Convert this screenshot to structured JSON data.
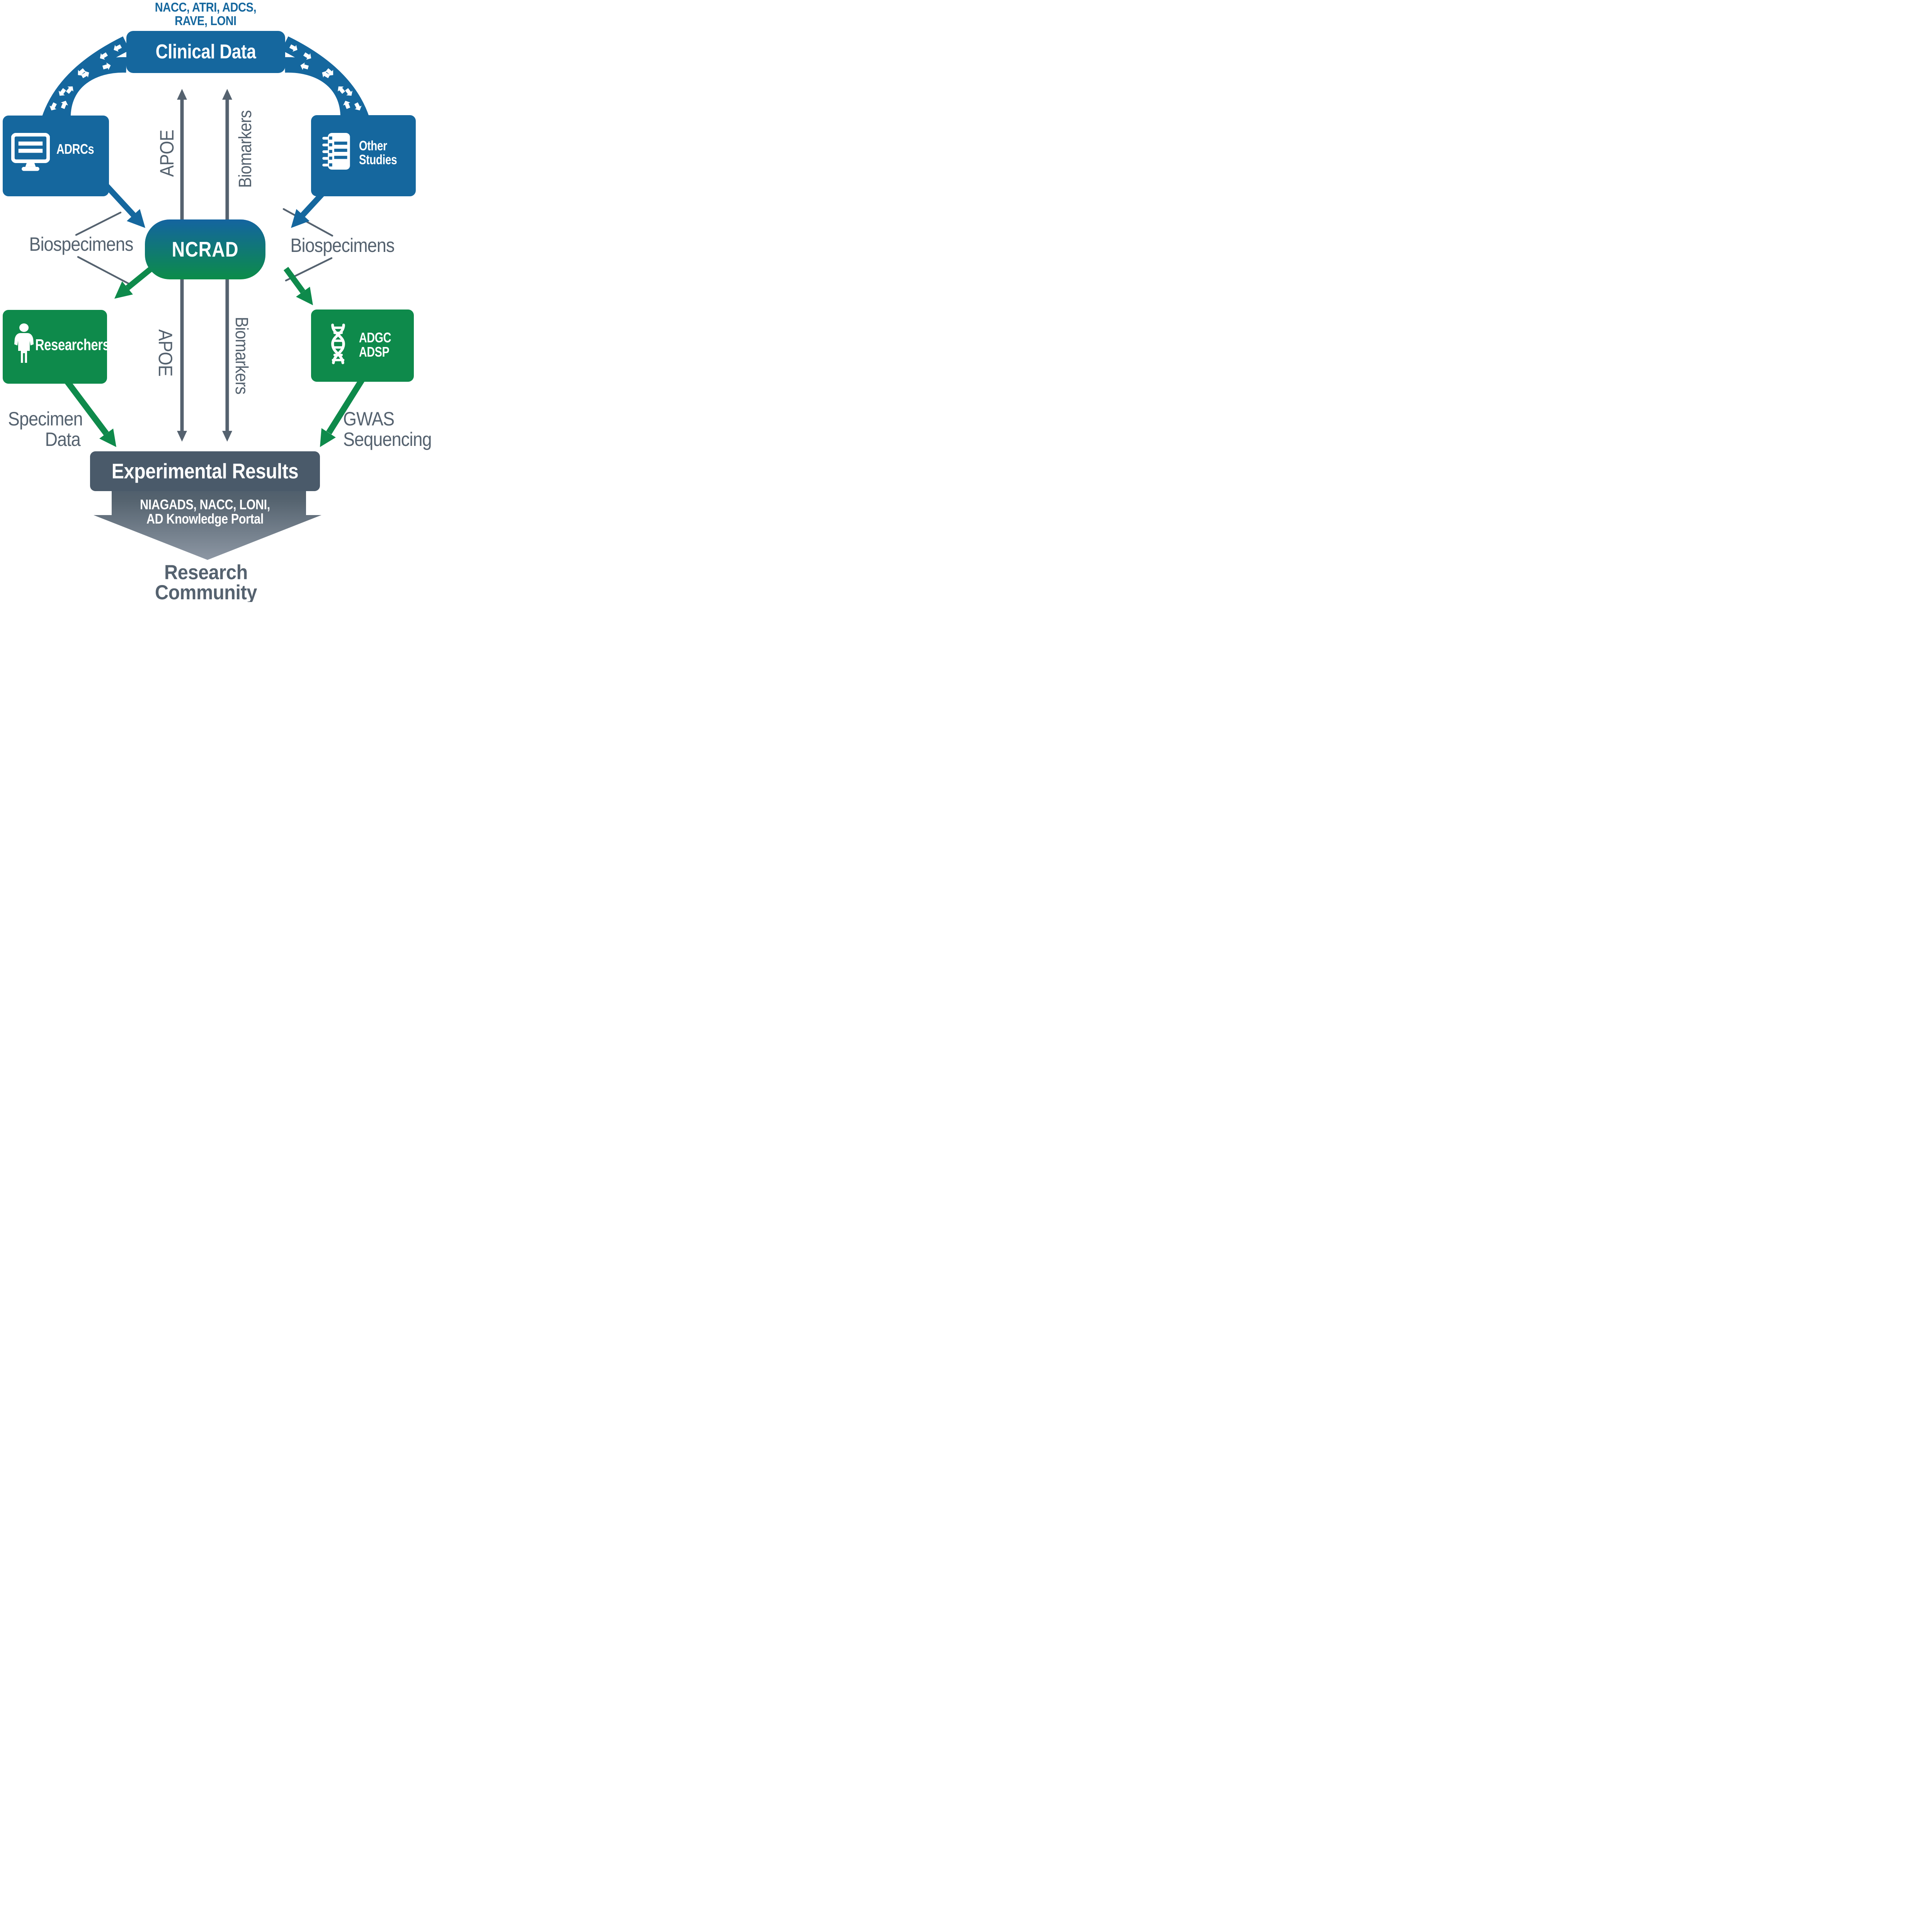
{
  "colors": {
    "blue": "#15679E",
    "green": "#0E8A4B",
    "slate": "#55626F",
    "dark_slate": "#4A5A6A",
    "arrow_tip_gray": "#8F99A6",
    "white": "#FFFFFF"
  },
  "header": {
    "line1": "NACC, ATRI, ADCS,",
    "line2": "RAVE, LONI"
  },
  "clinical_data": {
    "label": "Clinical Data"
  },
  "adrcs": {
    "label": "ADRCs",
    "icon": "computer-monitor-icon"
  },
  "other_studies": {
    "line1": "Other",
    "line2": "Studies",
    "icon": "notebook-icon"
  },
  "ncrad": {
    "label": "NCRAD"
  },
  "researchers": {
    "label": "Researchers",
    "icon": "person-icon"
  },
  "adgc_adsp": {
    "line1": "ADGC",
    "line2": "ADSP",
    "icon": "dna-icon"
  },
  "experimental_results": {
    "label": "Experimental Results"
  },
  "repositories": {
    "line1": "NIAGADS, NACC, LONI,",
    "line2": "AD Knowledge Portal"
  },
  "research_community": {
    "line1": "Research",
    "line2": "Community"
  },
  "labels": {
    "apoe_upper": "APOE",
    "biomarkers_upper": "Biomarkers",
    "apoe_lower": "APOE",
    "biomarkers_lower": "Biomarkers",
    "biospecimens_left": "Biospecimens",
    "biospecimens_right": "Biospecimens",
    "specimen_line1": "Specimen",
    "specimen_line2": "Data",
    "gwas_line1": "GWAS",
    "gwas_line2": "Sequencing"
  }
}
